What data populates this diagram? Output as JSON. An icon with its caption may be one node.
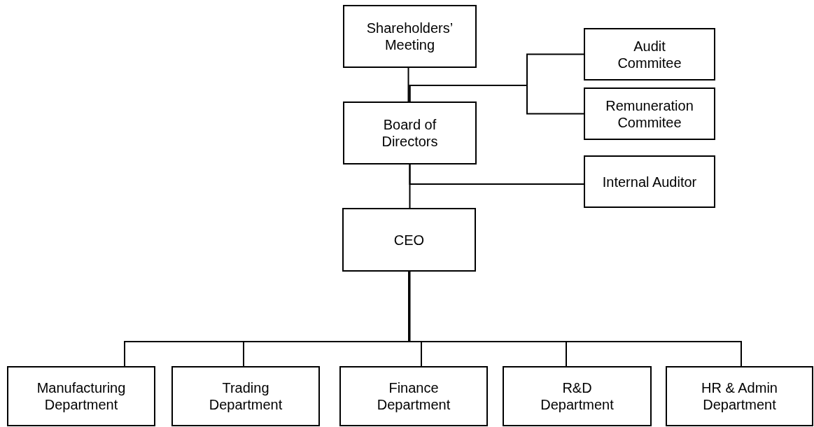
{
  "diagram": {
    "nodes": [
      {
        "text": [
          "Shareholders’ Meeting"
        ]
      },
      {
        "text": [
          "Audit Commitee"
        ]
      },
      {
        "text": [
          "Remuneration Commitee"
        ]
      },
      {
        "text": [
          "Board of Directors"
        ]
      },
      {
        "text": [
          "Internal Auditor"
        ]
      },
      {
        "text": [
          "CEO"
        ]
      },
      {
        "text": [
          "Manufacturing Department"
        ]
      },
      {
        "text": [
          "Trading Department"
        ]
      },
      {
        "text": [
          "Finance Department"
        ]
      },
      {
        "text": [
          "R&D Department"
        ]
      },
      {
        "text": [
          "HR & Admin Department"
        ]
      }
    ],
    "edges": [
      {
        "from": 0,
        "to": 3,
        "arrow": "none"
      },
      {
        "from": 3,
        "to": 1,
        "arrow": "none"
      },
      {
        "from": 3,
        "to": 2,
        "arrow": "none"
      },
      {
        "from": 3,
        "to": 5,
        "arrow": "none"
      },
      {
        "from": 3,
        "to": 4,
        "arrow": "none"
      },
      {
        "from": 5,
        "to": 6,
        "arrow": "none"
      },
      {
        "from": 5,
        "to": 7,
        "arrow": "none"
      },
      {
        "from": 5,
        "to": 8,
        "arrow": "none"
      },
      {
        "from": 5,
        "to": 9,
        "arrow": "none"
      },
      {
        "from": 5,
        "to": 10,
        "arrow": "none"
      }
    ]
  }
}
